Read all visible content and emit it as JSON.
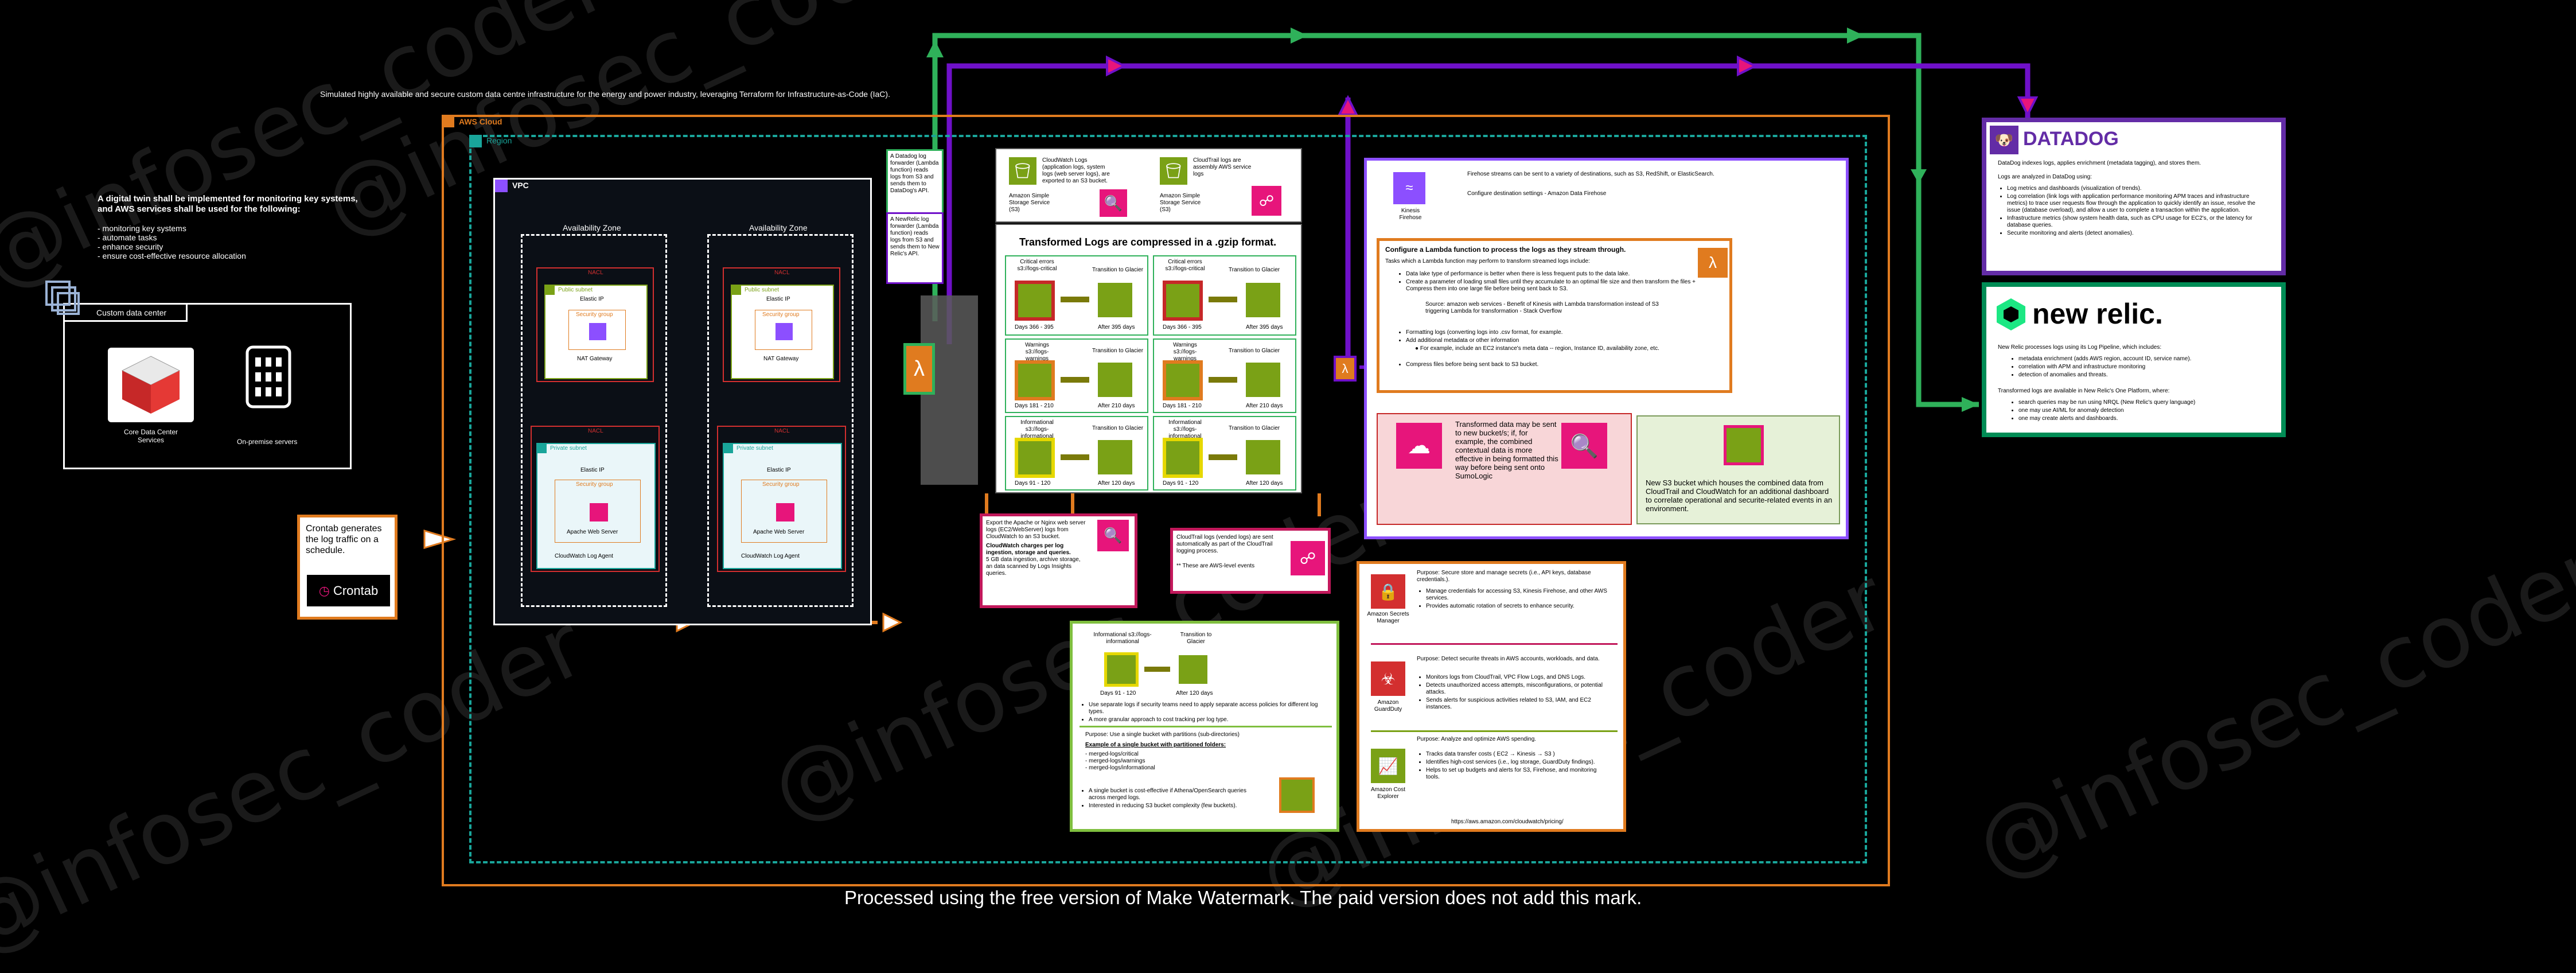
{
  "header": {
    "subtitle": "Simulated highly available and secure custom data centre infrastructure for the energy and power industry, leveraging Terraform for Infrastructure-as-Code (IaC)."
  },
  "intro": {
    "heading": "A digital twin shall be implemented for monitoring key systems, and AWS services shall be used for the following:",
    "items": [
      "- monitoring key systems",
      "- automate tasks",
      "- enhance security",
      "- ensure cost-effective resource allocation"
    ]
  },
  "datacenter": {
    "title": "Custom data center",
    "core_label": "Core Data Center Services",
    "onprem_label": "On-premise servers"
  },
  "crontab": {
    "text": "Crontab generates the log traffic on a schedule.",
    "logo": "Crontab"
  },
  "aws": {
    "cloud_label": "AWS Cloud",
    "region_label": "Region",
    "vpc_label": "VPC",
    "az_label": "Availability Zone",
    "nacl": "NACL",
    "public_subnet": "Public subnet",
    "private_subnet": "Private subnet",
    "elastic_ip": "Elastic IP",
    "security_group": "Security group",
    "nat_gateway": "NAT Gateway",
    "apache": "Apache Web Server",
    "cw_agent": "CloudWatch Log Agent"
  },
  "lambda_notes": {
    "datadog": "A Datadog log forwarder (Lambda function) reads logs from S3 and sends them to DataDog's API.",
    "newrelic": "A NewRelic log forwarder (Lambda function) reads logs from S3 and sends them to New Relic's API."
  },
  "s3_top": {
    "left_desc": "CloudWatch Logs (application logs, system logs (web server logs), are exported to an S3 bucket.",
    "left_name": "Amazon Simple Storage Service (S3)",
    "right_desc": "CloudTrail logs are assembly AWS service logs",
    "right_name": "Amazon Simple Storage Service (S3)"
  },
  "compress_title": "Transformed Logs are compressed in a .gzip format.",
  "tiers": [
    {
      "left_prefix": "Critical errors s3://logs-critical",
      "right_prefix": "Critical errors s3://logs-critical",
      "days": "Days 366 - 395",
      "after": "After 395 days",
      "transition": "Transition to Glacier"
    },
    {
      "left_prefix": "Warnings s3://logs-warnings",
      "right_prefix": "Warnings s3://logs-warnings",
      "days": "Days 181 - 210",
      "after": "After 210 days",
      "transition": "Transition to Glacier"
    },
    {
      "left_prefix": "Informational s3://logs-informational",
      "right_prefix": "Informational s3://logs-informational",
      "days": "Days 91 - 120",
      "after": "After 120 days",
      "transition": "Transition to Glacier"
    }
  ],
  "export_box": {
    "text": "Export the Apache or Nginx web server logs (EC2/WebServer) logs from CloudWatch to an S3 bucket.",
    "bold": "CloudWatch charges per log ingestion, storage and queries.",
    "detail": "5 GB data ingestion, archive storage, an data scanned by Logs Insights queries."
  },
  "cloudtrail_box": {
    "text": "CloudTrail logs (vended logs) are sent automatically as part of the CloudTrail logging process.",
    "note": "** These are AWS-level events"
  },
  "single_bucket": {
    "prefix": "Informational s3://logs-informational",
    "transition": "Transition to Glacier",
    "days": "Days 91 - 120",
    "after": "After 120 days",
    "bullets": [
      "Use separate logs if security teams need to apply separate access policies for different log types.",
      "A more granular approach to cost tracking per log type."
    ],
    "purpose": "Purpose: Use a single bucket with partitions (sub-directories)",
    "example": "Example of a single bucket with partitioned folders:",
    "folders": [
      "- merged-logs/critical",
      "- merged-logs/warnings",
      "- merged-logs/informational"
    ],
    "bullets2": [
      "A single bucket is cost-effective if Athena/OpenSearch queries across merged logs.",
      "Interested in reducing S3 bucket complexity (few buckets)."
    ]
  },
  "firehose": {
    "name": "Kinesis Firehose",
    "desc": "Firehose streams can be sent to a variety of destinations, such as S3, RedShift, or ElasticSearch.",
    "config": "Configure destination settings - Amazon Data Firehose",
    "lambda_title": "Configure a Lambda function to process the logs as they stream through.",
    "lambda_intro": "Tasks which a Lambda function may perform to transform streamed logs include:",
    "bullets": [
      "Data lake type of performance is better when there is less frequent puts to the data lake.",
      "Create a parameter of loading small files until they accumulate to an optimal file size and then transform the files + Compress them into one large file before being sent back to S3.",
      "Formatting logs (converting logs into .csv format, for example.",
      "Add additional metadata or other information",
      "Compress files before being sent back to S3 bucket."
    ],
    "source": "Source: amazon web services - Benefit of Kinesis with Lambda transformation instead of S3 triggering Lambda for transformation - Stack Overflow",
    "subbullet": "For example, include an EC2 instance's meta data -- region, Instance ID, availability zone, etc.",
    "transformed": "Transformed data may be sent to new bucket/s; if, for example, the combined contextual data is more effective in being formatted this way before being sent onto SumoLogic",
    "new_bucket": "New S3 bucket which houses the combined data from CloudTrail and CloudWatch for an additional dashboard to correlate operational and securite-related events in an environment."
  },
  "security": {
    "secrets_name": "Amazon Secrets Manager",
    "secrets_purpose": "Purpose: Secure store and manage secrets (i.e., API keys, database credentials.).",
    "secrets_bullets": [
      "Manage credentials for accessing S3, Kinesis Firehose, and other AWS services.",
      "Provides automatic rotation of secrets to enhance security."
    ],
    "guardduty_name": "Amazon GuardDuty",
    "guardduty_purpose": "Purpose: Detect securite threats in AWS accounts, workloads, and data.",
    "guardduty_bullets": [
      "Monitors logs from CloudTrail, VPC Flow Logs, and DNS Logs.",
      "Detects unauthorized access attempts, misconfigurations, or potential attacks.",
      "Sends alerts for suspicious activities related to S3, IAM, and EC2 instances."
    ],
    "cost_name": "Amazon Cost Explorer",
    "cost_purpose": "Purpose: Analyze and optimize AWS spending.",
    "cost_bullets": [
      "Tracks data transfer costs ( EC2 → Kinesis → S3 )",
      "Identifies high-cost services (i.e., log storage, GuardDuty findings).",
      "Helps to set up budgets and alerts for S3, Firehose, and monitoring tools."
    ],
    "link": "https://aws.amazon.com/cloudwatch/pricing/"
  },
  "datadog": {
    "brand": "DATADOG",
    "intro": "DataDog indexes logs, applies enrichment (metadata tagging), and stores them.",
    "analyzed": "Logs are analyzed in DataDog using:",
    "bullets": [
      "Log metrics and dashboards (visualization of trends).",
      "Log correlation (link logs with application performance monitoring APM traces and infrastructure metrics) to trace user requests flow through the application to quickly identify an issue, resolve the issue (database overload), and allow a user to complete a transaction within the application.",
      "Infrastructure metrics (show system health data, such as CPU usage for EC2's, or the latency for database queries.",
      "Securite monitoring and alerts (detect anomalies)."
    ]
  },
  "newrelic": {
    "brand": "new relic.",
    "intro": "New Relic processes logs using its Log Pipeline, which includes:",
    "bullets": [
      "metadata enrichment (adds AWS region, account ID, service name).",
      "correlation with APM and infrastructure monitoring",
      "detection of anomalies and threats."
    ],
    "available": "Transformed logs are available in New Relic's One Platform, where:",
    "bullets2": [
      "search queries may be run using NRQL (New Relic's query language)",
      "one may use AI/ML for anomaly detection",
      "one may create alerts and dashboards."
    ]
  },
  "watermark": {
    "handle": "@infosec_coder",
    "footer": "Processed using the free version of Make Watermark. The paid version does not add this mark."
  },
  "colors": {
    "aws_orange": "#e07b1f",
    "teal": "#19a59a",
    "green_arrow": "#2fb15a",
    "purple_arrow": "#6f10c9",
    "datadog_purple": "#632ca6",
    "newrelic_green": "#1ce783",
    "s3_green": "#7aa116",
    "pink": "#e7157b"
  }
}
